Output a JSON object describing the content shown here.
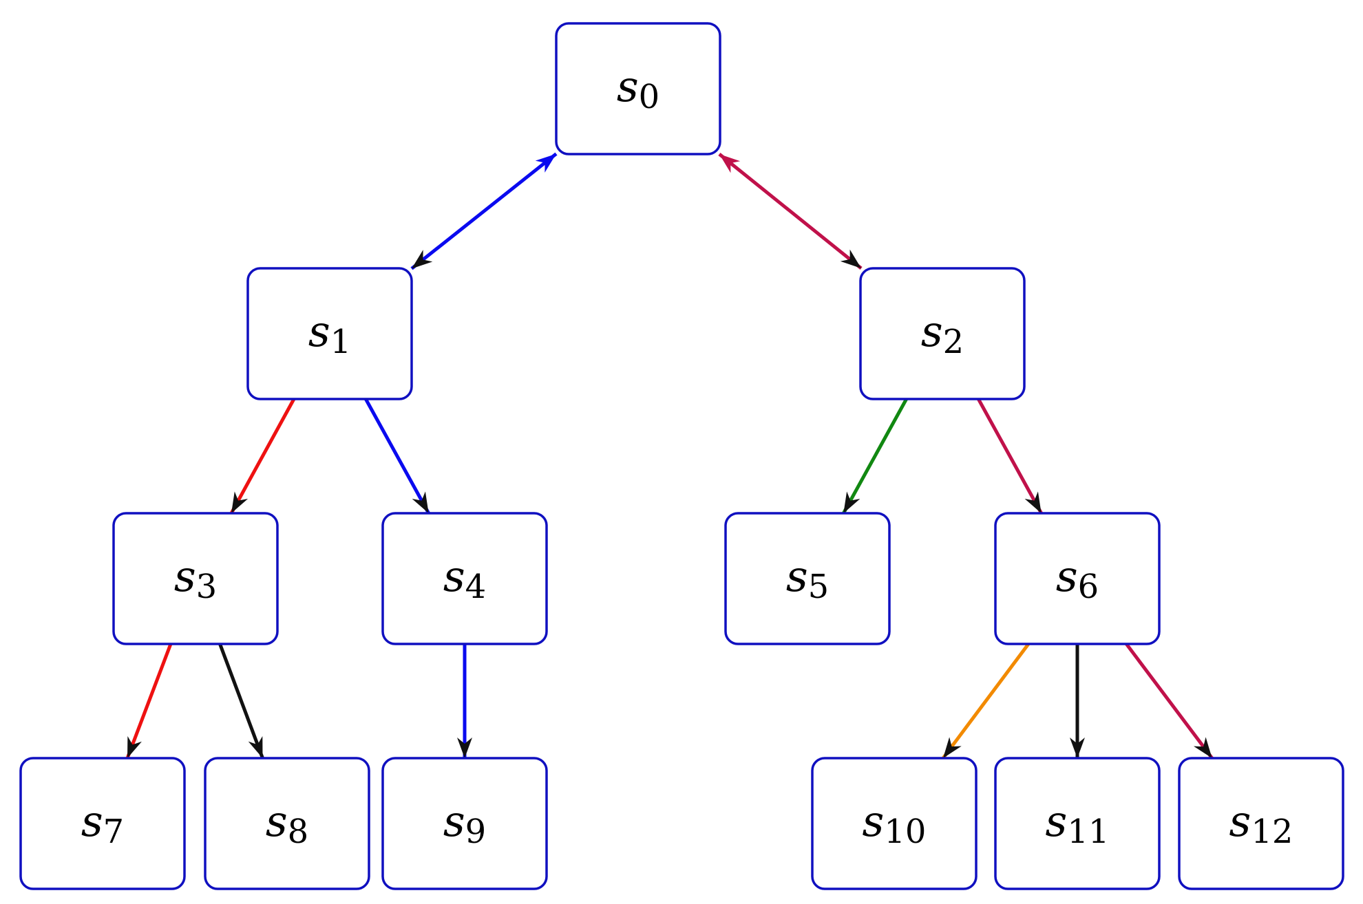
{
  "colors": {
    "node_border": "#1010c0",
    "edge_blue": "#0a0aef",
    "edge_crimson": "#c0114a",
    "edge_red": "#ee1111",
    "edge_green": "#118811",
    "edge_orange": "#f28a00",
    "edge_black": "#111111",
    "arrowhead": "#111111"
  },
  "nodes": [
    {
      "id": "s0",
      "base": "s",
      "sub": "0"
    },
    {
      "id": "s1",
      "base": "s",
      "sub": "1"
    },
    {
      "id": "s2",
      "base": "s",
      "sub": "2"
    },
    {
      "id": "s3",
      "base": "s",
      "sub": "3"
    },
    {
      "id": "s4",
      "base": "s",
      "sub": "4"
    },
    {
      "id": "s5",
      "base": "s",
      "sub": "5"
    },
    {
      "id": "s6",
      "base": "s",
      "sub": "6"
    },
    {
      "id": "s7",
      "base": "s",
      "sub": "7"
    },
    {
      "id": "s8",
      "base": "s",
      "sub": "8"
    },
    {
      "id": "s9",
      "base": "s",
      "sub": "9"
    },
    {
      "id": "s10",
      "base": "s",
      "sub": "10"
    },
    {
      "id": "s11",
      "base": "s",
      "sub": "11"
    },
    {
      "id": "s12",
      "base": "s",
      "sub": "12"
    }
  ],
  "edges": [
    {
      "from": "s0",
      "to": "s1",
      "color": "edge_blue",
      "bidirectional": true
    },
    {
      "from": "s0",
      "to": "s2",
      "color": "edge_crimson",
      "bidirectional": true
    },
    {
      "from": "s1",
      "to": "s3",
      "color": "edge_red",
      "bidirectional": false
    },
    {
      "from": "s1",
      "to": "s4",
      "color": "edge_blue",
      "bidirectional": false
    },
    {
      "from": "s2",
      "to": "s5",
      "color": "edge_green",
      "bidirectional": false
    },
    {
      "from": "s2",
      "to": "s6",
      "color": "edge_crimson",
      "bidirectional": false
    },
    {
      "from": "s3",
      "to": "s7",
      "color": "edge_red",
      "bidirectional": false
    },
    {
      "from": "s3",
      "to": "s8",
      "color": "edge_black",
      "bidirectional": false
    },
    {
      "from": "s4",
      "to": "s9",
      "color": "edge_blue",
      "bidirectional": false
    },
    {
      "from": "s6",
      "to": "s10",
      "color": "edge_orange",
      "bidirectional": false
    },
    {
      "from": "s6",
      "to": "s11",
      "color": "edge_black",
      "bidirectional": false
    },
    {
      "from": "s6",
      "to": "s12",
      "color": "edge_crimson",
      "bidirectional": false
    }
  ]
}
